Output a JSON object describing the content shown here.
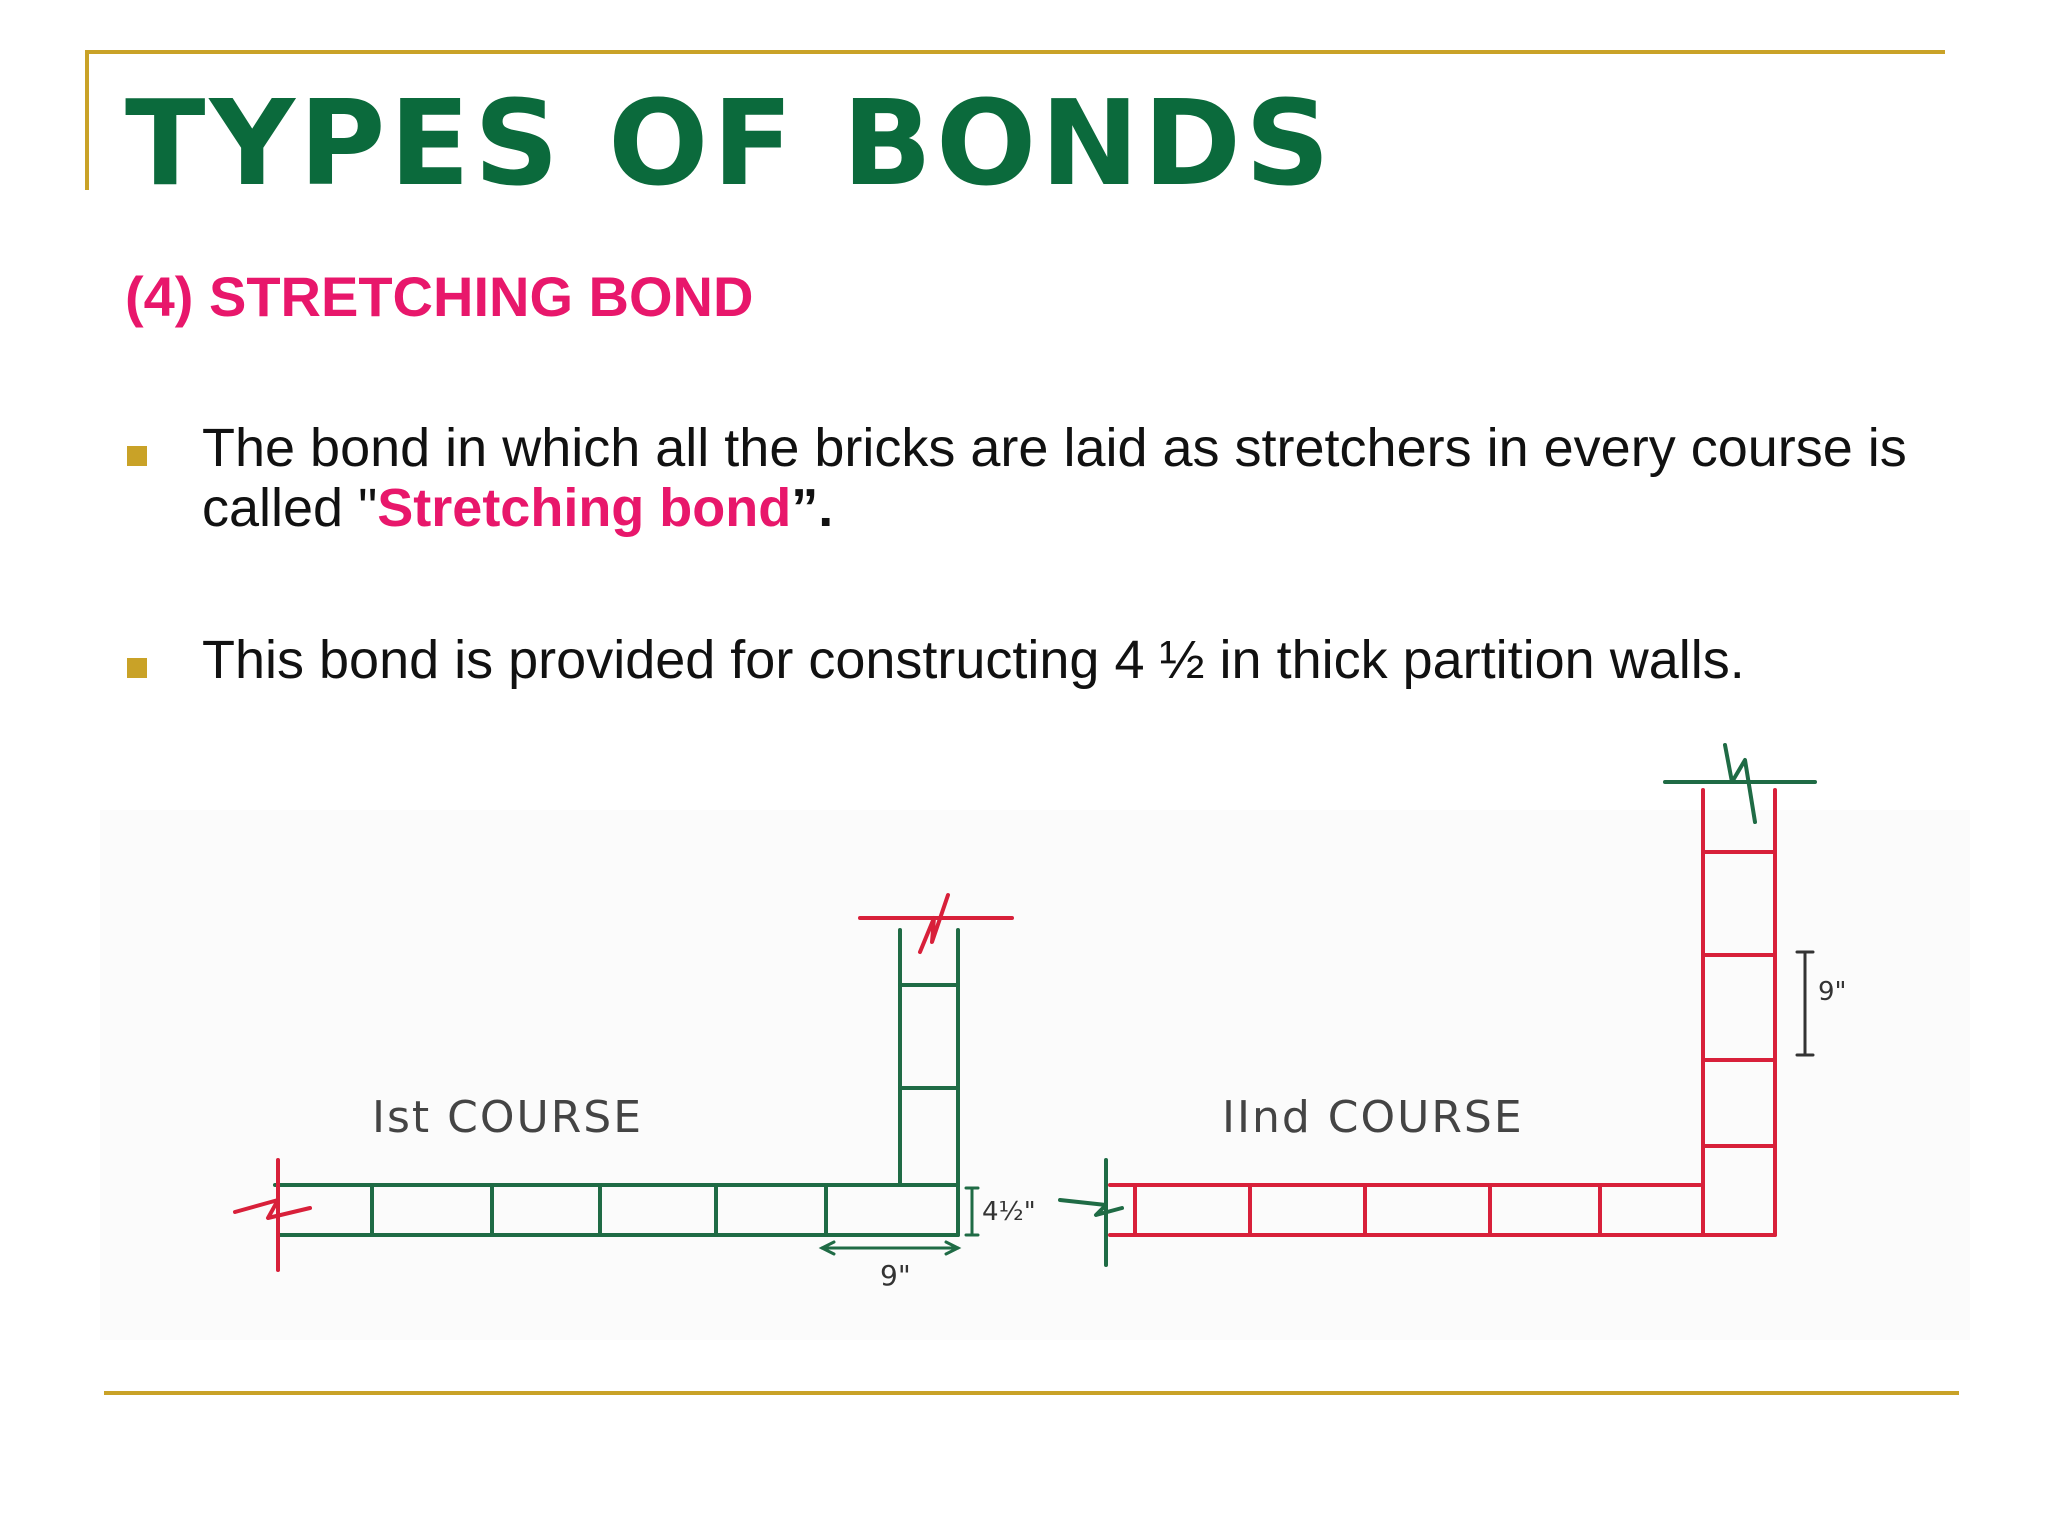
{
  "slide": {
    "title": "TYPES OF BONDS",
    "subtitle": "(4) STRETCHING BOND",
    "bullets": [
      {
        "text_before": "The bond in which all the bricks are laid as stretchers in every course is called \"",
        "highlight": "Stretching bond",
        "text_after": "”."
      },
      {
        "text": "This bond is provided for constructing 4 ½ in thick partition walls."
      }
    ]
  },
  "diagram": {
    "first_course_label": "Ist COURSE",
    "second_course_label": "IInd COURSE",
    "dim_9in": "9\"",
    "dim_4_5in": "4½\"",
    "dim_9in_vertical": "9\"",
    "colors": {
      "first_course": "#1f6b45",
      "second_course": "#d8203a",
      "frame_gold": "#c9a227",
      "title_green": "#0b6a3c",
      "accent_pink": "#e8176b"
    }
  }
}
